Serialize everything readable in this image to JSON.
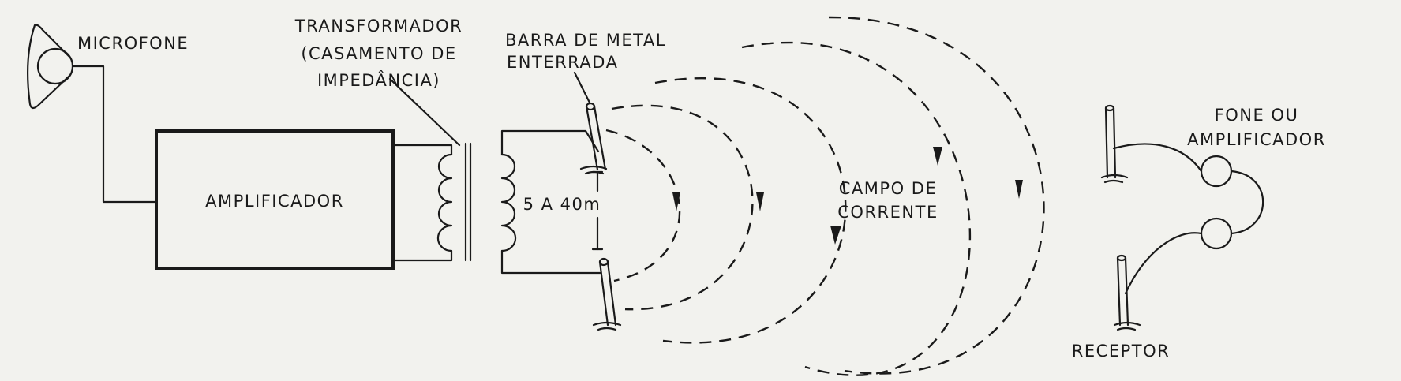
{
  "labels": {
    "microfone": "MICROFONE",
    "transformador_1": "TRANSFORMADOR",
    "transformador_2": "(CASAMENTO DE",
    "transformador_3": "IMPEDÂNCIA)",
    "barra_1": "BARRA DE METAL",
    "barra_2": "ENTERRADA",
    "amplificador": "AMPLIFICADOR",
    "distancia": "5 A 40m",
    "campo_1": "CAMPO DE",
    "campo_2": "CORRENTE",
    "fone_1": "FONE OU",
    "fone_2": "AMPLIFICADOR",
    "receptor": "RECEPTOR"
  }
}
